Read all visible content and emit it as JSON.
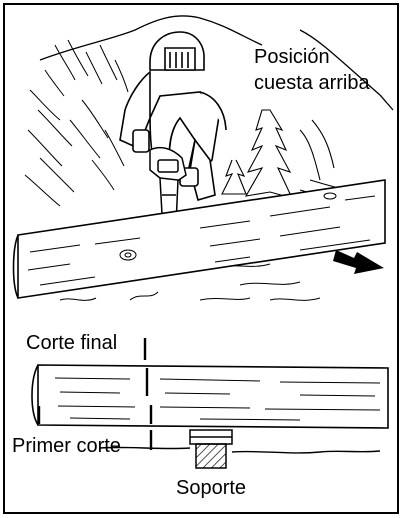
{
  "labels": {
    "position_line1": "Posición",
    "position_line2": "cuesta arriba",
    "final_cut": "Corte final",
    "first_cut": "Primer corte",
    "support": "Soporte"
  },
  "colors": {
    "ink": "#000000",
    "paper": "#ffffff"
  },
  "icons": {
    "direction": "arrow-icon"
  }
}
